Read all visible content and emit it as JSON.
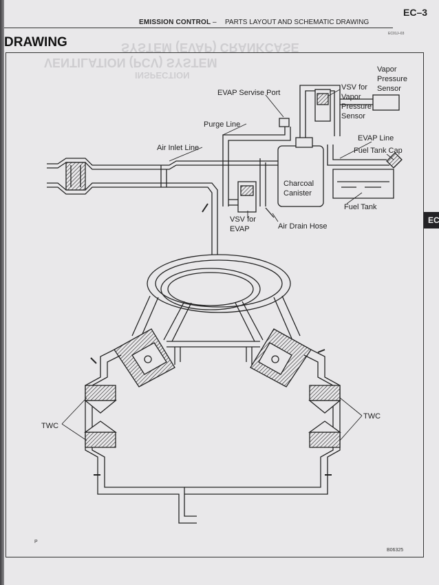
{
  "header": {
    "section": "EMISSION CONTROL",
    "separator": "–",
    "subtitle": "PARTS LAYOUT AND SCHEMATIC DRAWING",
    "page_number": "EC–3"
  },
  "section_title": "DRAWING",
  "figure_code_top": "EC01J–03",
  "side_tab": "EC",
  "figure_code_bottom": "B06325",
  "corner_mark": "P",
  "labels": {
    "vapor_pressure_sensor": [
      "Vapor",
      "Pressure",
      "Sensor"
    ],
    "evap_service_port": "EVAP Servise Port",
    "vsv_vapor_pressure_sensor": [
      "VSV for",
      "Vapor",
      "Pressure",
      "Sensor"
    ],
    "purge_line": "Purge Line",
    "evap_line": "EVAP Line",
    "fuel_tank_cap": "Fuel Tank Cap",
    "air_inlet_line": "Air Inlet Line",
    "charcoal_canister": [
      "Charcoal",
      "Canister"
    ],
    "fuel_tank": "Fuel Tank",
    "vsv_evap": [
      "VSV for",
      "EVAP"
    ],
    "air_drain_hose": "Air Drain Hose",
    "twc_left": "TWC",
    "twc_right": "TWC"
  }
}
